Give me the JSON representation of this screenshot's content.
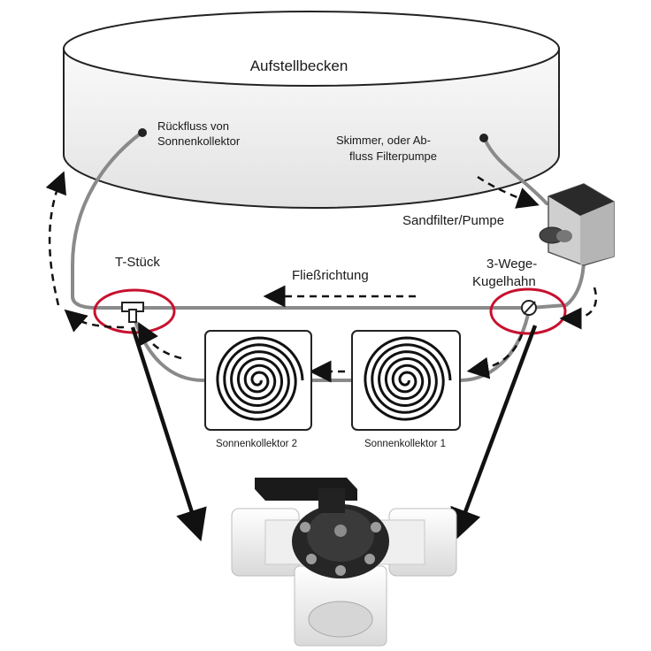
{
  "labels": {
    "pool": "Aufstellbecken",
    "return_line_1": "Rückfluss von",
    "return_line_2": "Sonnenkollektor",
    "skimmer_line_1": "Skimmer, oder Ab-",
    "skimmer_line_2": "fluss Filterpumpe",
    "filter_pump": "Sandfilter/Pumpe",
    "t_piece": "T-Stück",
    "flow_direction": "Fließrichtung",
    "valve_line_1": "3-Wege-",
    "valve_line_2": "Kugelhahn",
    "collector_2": "Sonnenkollektor 2",
    "collector_1": "Sonnenkollektor 1"
  },
  "colors": {
    "pipe": "#8a8a8a",
    "highlight_ring": "#c8102e",
    "arrow": "#111111",
    "pool_fill": "#e6e6e6"
  },
  "icons": {
    "t_piece": "t-fitting-icon",
    "valve": "three-way-valve-icon",
    "pump": "sandfilter-pump-icon",
    "collector": "spiral-collector-icon",
    "photo": "three-way-ball-valve-photo"
  }
}
